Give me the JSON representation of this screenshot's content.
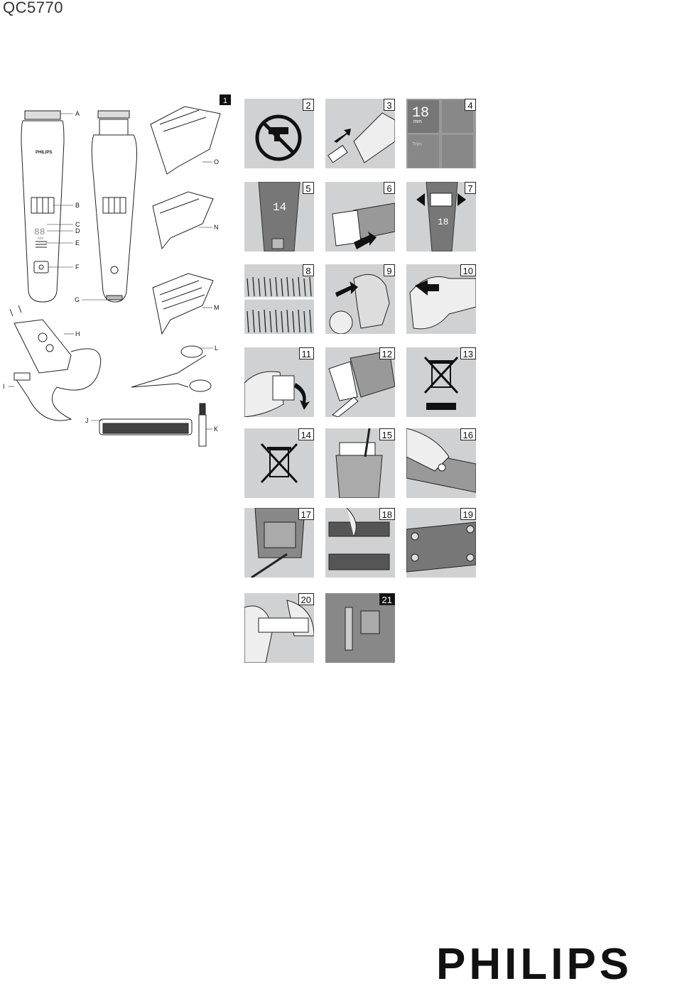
{
  "model": "QC5770",
  "brand": "PHILIPS",
  "overview": {
    "number": "1",
    "labels": [
      "A",
      "B",
      "C",
      "D",
      "E",
      "F",
      "G",
      "H",
      "I",
      "J",
      "K",
      "L",
      "M",
      "N",
      "O"
    ],
    "device_brand": "PHILIPS",
    "display_digits": "88",
    "display_unit": "mm"
  },
  "panels": [
    {
      "n": "2"
    },
    {
      "n": "3"
    },
    {
      "n": "4"
    },
    {
      "n": "5"
    },
    {
      "n": "6"
    },
    {
      "n": "7"
    },
    {
      "n": "8"
    },
    {
      "n": "9"
    },
    {
      "n": "10"
    },
    {
      "n": "11"
    },
    {
      "n": "12"
    },
    {
      "n": "13"
    },
    {
      "n": "14"
    },
    {
      "n": "15"
    },
    {
      "n": "16"
    },
    {
      "n": "17"
    },
    {
      "n": "18"
    },
    {
      "n": "19"
    },
    {
      "n": "20"
    },
    {
      "n": "21"
    }
  ],
  "panel4": {
    "top_left": "18",
    "unit": "mm",
    "bottom_label": "Trim"
  },
  "panel5": {
    "display": "14"
  },
  "panel7": {
    "display": "18"
  }
}
